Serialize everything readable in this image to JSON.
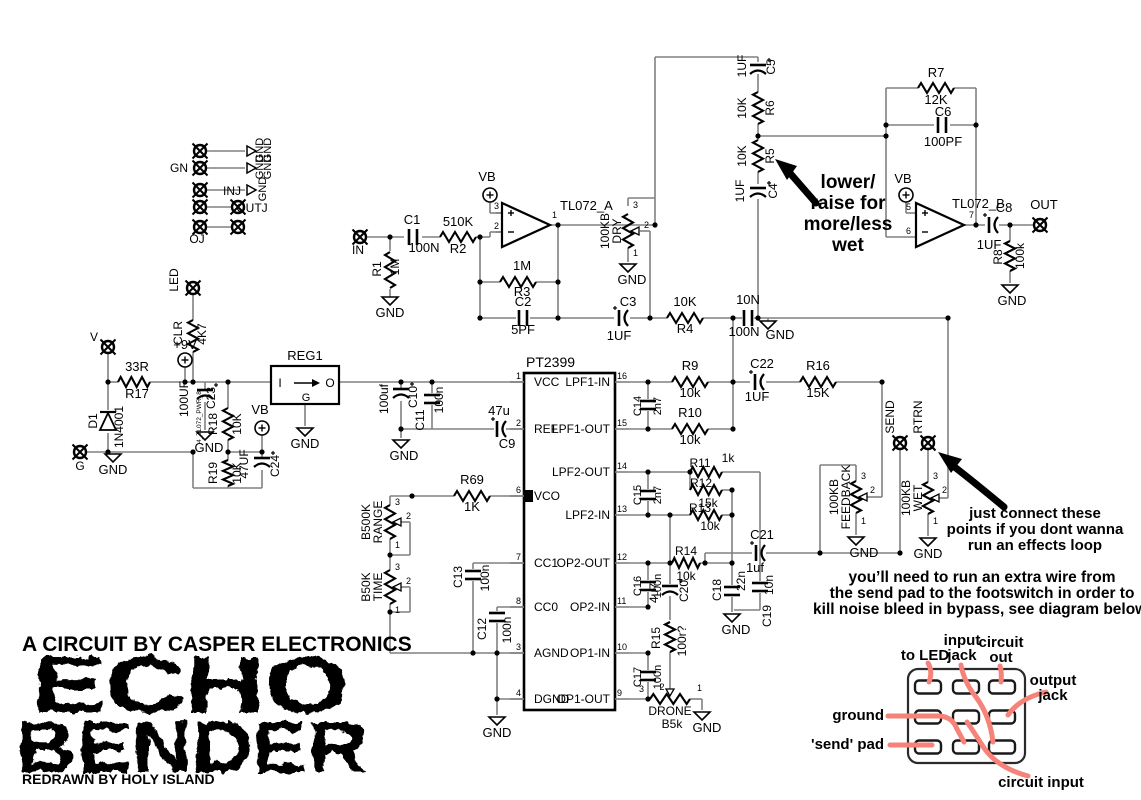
{
  "branding": {
    "credit": "A CIRCUIT BY CASPER ELECTRONICS",
    "title_line1": "ECHO",
    "title_line2": "BENDER",
    "redrawn": "REDRAWN BY HOLY ISLAND"
  },
  "symbols": {
    "gnd": "GND",
    "vb": "VB",
    "v9": "+9V",
    "in": "IN",
    "out": "OUT",
    "send": "SEND",
    "rtrn": "RTRN",
    "led": "LED",
    "v": "V",
    "g": "G",
    "pwr_note": "4_TL072_PWR_8"
  },
  "jacks": {
    "row2": "GN",
    "row3": "INJ",
    "row4": "OUTJ",
    "row5": "OJ"
  },
  "opamps": {
    "a": {
      "name": "TL072_A",
      "p": "3",
      "m": "2",
      "o": "1"
    },
    "b": {
      "name": "TL072_B",
      "p": "5",
      "m": "6",
      "o": "7"
    }
  },
  "reg": {
    "name": "REG1",
    "in": "I",
    "out": "O",
    "g": "G"
  },
  "ic": {
    "name": "PT2399",
    "left": [
      {
        "n": "1",
        "l": "VCC"
      },
      {
        "n": "2",
        "l": "REF"
      },
      {
        "n": "6",
        "l": "VCO"
      },
      {
        "n": "7",
        "l": "CC1"
      },
      {
        "n": "8",
        "l": "CC0"
      },
      {
        "n": "3",
        "l": "AGND"
      },
      {
        "n": "4",
        "l": "DGND"
      }
    ],
    "right": [
      {
        "n": "16",
        "l": "LPF1-IN"
      },
      {
        "n": "15",
        "l": "LPF1-OUT"
      },
      {
        "n": "14",
        "l": "LPF2-OUT"
      },
      {
        "n": "13",
        "l": "LPF2-IN"
      },
      {
        "n": "12",
        "l": "OP2-OUT"
      },
      {
        "n": "11",
        "l": "OP2-IN"
      },
      {
        "n": "10",
        "l": "OP1-IN"
      },
      {
        "n": "9",
        "l": "OP1-OUT"
      }
    ]
  },
  "pp": {
    "a": "3",
    "b": "2",
    "c": "1"
  },
  "parts": {
    "R1": {
      "n": "R1",
      "v": "1M"
    },
    "R2": {
      "n": "R2",
      "v": "510K"
    },
    "R3": {
      "n": "R3",
      "v": "1M"
    },
    "R4": {
      "n": "R4",
      "v": "10K"
    },
    "R5": {
      "n": "R5",
      "v": "10K"
    },
    "R6": {
      "n": "R6",
      "v": "10K"
    },
    "R7": {
      "n": "R7",
      "v": "12K"
    },
    "R8": {
      "n": "R8",
      "v": "100k"
    },
    "R9": {
      "n": "R9",
      "v": "10k"
    },
    "R10": {
      "n": "R10",
      "v": "10k"
    },
    "R11": {
      "n": "R11",
      "v": "1k"
    },
    "R12": {
      "n": "R12",
      "v": "15k"
    },
    "R13": {
      "n": "R13",
      "v": "10k"
    },
    "R14": {
      "n": "R14",
      "v": "10k"
    },
    "R15": {
      "n": "R15",
      "v": "100r?"
    },
    "R16": {
      "n": "R16",
      "v": "15K"
    },
    "R17": {
      "n": "R17",
      "v": "33R"
    },
    "R18": {
      "n": "R18",
      "v": "10K"
    },
    "R19": {
      "n": "R19",
      "v": "10K"
    },
    "R69": {
      "n": "R69",
      "v": "1K"
    },
    "CLR": {
      "n": "CLR",
      "v": "4K7"
    },
    "C1": {
      "n": "C1",
      "v": "100N"
    },
    "C2": {
      "n": "C2",
      "v": "5PF"
    },
    "C3": {
      "n": "C3",
      "v": "1UF"
    },
    "C4": {
      "n": "C4",
      "v": "1UF"
    },
    "C5": {
      "n": "C5",
      "v": "1UF"
    },
    "C6": {
      "n": "C6",
      "v": "100PF"
    },
    "C8": {
      "n": "C8",
      "v": "1UF"
    },
    "C9": {
      "n": "C9",
      "v": "47u"
    },
    "C10": {
      "n": "C10",
      "v": "100uf"
    },
    "C11": {
      "n": "C11",
      "v": "100n"
    },
    "C12": {
      "n": "C12",
      "v": "100n"
    },
    "C13": {
      "n": "C13",
      "v": "100n"
    },
    "C14": {
      "n": "C14",
      "v": "2n7"
    },
    "C15": {
      "n": "C15",
      "v": "2n7"
    },
    "C16": {
      "n": "C16",
      "v": "100n"
    },
    "C17": {
      "n": "C17",
      "v": "100n"
    },
    "C18": {
      "n": "C18",
      "v": "22n"
    },
    "C19": {
      "n": "C19",
      "v": "10n"
    },
    "C20": {
      "n": "C20",
      "v": "4u7"
    },
    "C21": {
      "n": "C21",
      "v": "1uf"
    },
    "C22": {
      "n": "C22",
      "v": "1UF"
    },
    "C23": {
      "n": "C23",
      "v": "100UF"
    },
    "C24": {
      "n": "C24",
      "v": "47UF"
    },
    "CX": {
      "n": "10N",
      "v": "100N"
    },
    "D1": {
      "n": "D1",
      "v": "1N4001"
    }
  },
  "pots": {
    "DRY": {
      "n": "DRY",
      "v": "100KB"
    },
    "WET": {
      "n": "WET",
      "v": "100KB"
    },
    "FEEDBACK": {
      "n": "FEEDBACK",
      "v": "100KB"
    },
    "RANGE": {
      "n": "RANGE",
      "v": "B500K"
    },
    "TIME": {
      "n": "TIME",
      "v": "B50K"
    },
    "DRONE": {
      "n": "DRONE",
      "v": "B5k"
    }
  },
  "annotations": {
    "wet": [
      "lower/",
      "raise for",
      "more/less",
      "wet"
    ],
    "loop": [
      "just connect these",
      "points if you dont wanna",
      "run an effects loop"
    ],
    "bleed": [
      "you’ll need to run an extra wire from",
      "the send pad to the footswitch in order to",
      "kill noise bleed in bypass, see diagram below."
    ]
  },
  "footswitch": {
    "to_led": "to LED",
    "input1": "input",
    "input2": "jack",
    "cout1": "circuit",
    "cout2": "out",
    "ojack1": "output",
    "ojack2": "jack",
    "ground": "ground",
    "send": "'send' pad",
    "cinput": "circuit input",
    "wire_color": "#f5837a"
  },
  "colors": {
    "wire": "#808080",
    "ink": "#000000"
  }
}
